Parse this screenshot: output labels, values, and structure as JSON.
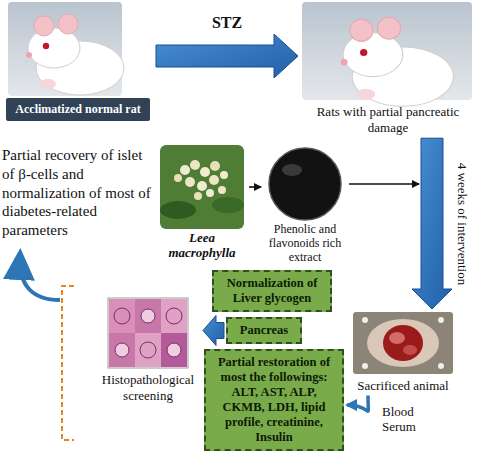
{
  "diagram": {
    "nodes": [
      {
        "text": [
          "Acclimatized normal rat"
        ]
      },
      {
        "text": [
          "Rats with partial pancreatic damage"
        ]
      },
      {
        "text": [
          "Leea macrophylla"
        ]
      },
      {
        "text": [
          "Phenolic and flavonoids rich extract"
        ]
      },
      {
        "text": [
          "Sacrificed animal"
        ]
      },
      {
        "text": [
          "Normalization of Liver glycogen"
        ]
      },
      {
        "text": [
          "Pancreas"
        ]
      },
      {
        "text": [
          "Partial restoration of most the followings: ALT, AST, ALP, CKMB, LDH, lipid profile, creatinine, Insulin"
        ]
      },
      {
        "text": [
          "Histopathological screening"
        ]
      }
    ],
    "edges": [
      {
        "from": 0,
        "to": 1,
        "label": "STZ",
        "arrow": "to"
      },
      {
        "from": 2,
        "to": 3,
        "arrow": "to"
      },
      {
        "from": 3,
        "to": 4,
        "arrow": "to"
      },
      {
        "from": 1,
        "to": 4,
        "label": "4 weeks of intervention",
        "arrow": "to"
      },
      {
        "from": 4,
        "to": 7,
        "label": "Blood Serum",
        "arrow": "to"
      },
      {
        "from": 6,
        "to": 8,
        "arrow": "to"
      }
    ],
    "labels": [
      "Partial recovery of islet of β-cells and normalization of most of diabetes-related parameters"
    ]
  }
}
